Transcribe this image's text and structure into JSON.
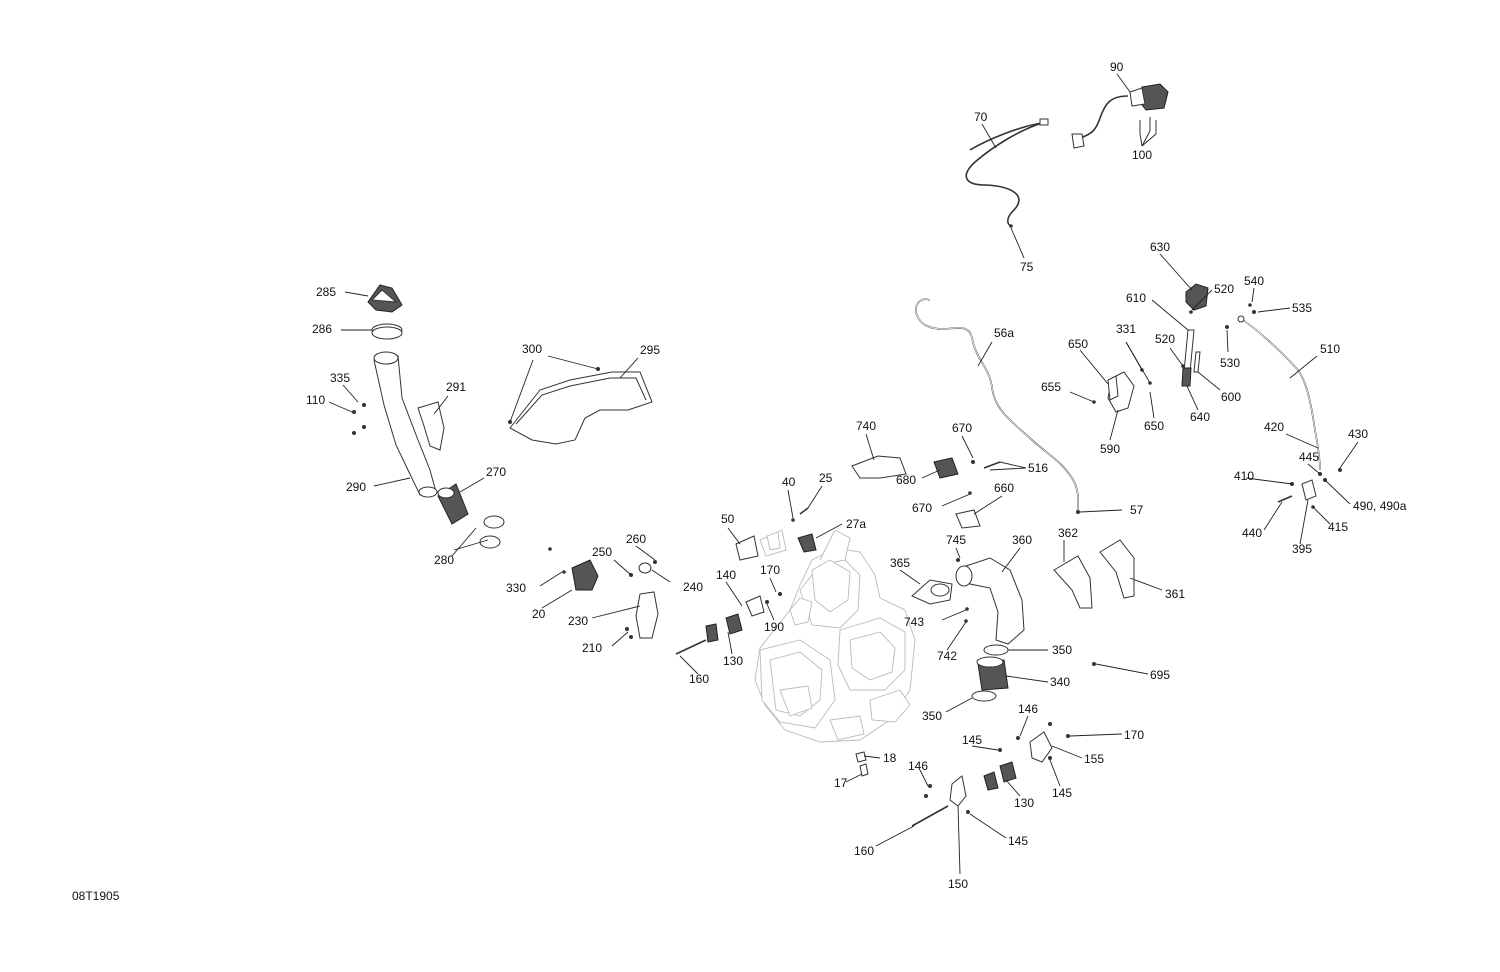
{
  "diagram": {
    "reference_code": "08T1905",
    "callouts": [
      {
        "id": "c-90",
        "label": "90"
      },
      {
        "id": "c-70",
        "label": "70"
      },
      {
        "id": "c-100",
        "label": "100"
      },
      {
        "id": "c-75",
        "label": "75"
      },
      {
        "id": "c-630",
        "label": "630"
      },
      {
        "id": "c-520a",
        "label": "520"
      },
      {
        "id": "c-540",
        "label": "540"
      },
      {
        "id": "c-610",
        "label": "610"
      },
      {
        "id": "c-535",
        "label": "535"
      },
      {
        "id": "c-285",
        "label": "285"
      },
      {
        "id": "c-331",
        "label": "331"
      },
      {
        "id": "c-520b",
        "label": "520"
      },
      {
        "id": "c-530",
        "label": "530"
      },
      {
        "id": "c-510",
        "label": "510"
      },
      {
        "id": "c-56a",
        "label": "56a"
      },
      {
        "id": "c-650a",
        "label": "650"
      },
      {
        "id": "c-286",
        "label": "286"
      },
      {
        "id": "c-300",
        "label": "300"
      },
      {
        "id": "c-295",
        "label": "295"
      },
      {
        "id": "c-600",
        "label": "600"
      },
      {
        "id": "c-335",
        "label": "335"
      },
      {
        "id": "c-655",
        "label": "655"
      },
      {
        "id": "c-291",
        "label": "291"
      },
      {
        "id": "c-110",
        "label": "110"
      },
      {
        "id": "c-640",
        "label": "640"
      },
      {
        "id": "c-650b",
        "label": "650"
      },
      {
        "id": "c-740",
        "label": "740"
      },
      {
        "id": "c-670a",
        "label": "670"
      },
      {
        "id": "c-420",
        "label": "420"
      },
      {
        "id": "c-430",
        "label": "430"
      },
      {
        "id": "c-590",
        "label": "590"
      },
      {
        "id": "c-445",
        "label": "445"
      },
      {
        "id": "c-516",
        "label": "516"
      },
      {
        "id": "c-270",
        "label": "270"
      },
      {
        "id": "c-680",
        "label": "680"
      },
      {
        "id": "c-410",
        "label": "410"
      },
      {
        "id": "c-290",
        "label": "290"
      },
      {
        "id": "c-40",
        "label": "40"
      },
      {
        "id": "c-25",
        "label": "25"
      },
      {
        "id": "c-660",
        "label": "660"
      },
      {
        "id": "c-490",
        "label": "490, 490a"
      },
      {
        "id": "c-670b",
        "label": "670"
      },
      {
        "id": "c-57",
        "label": "57"
      },
      {
        "id": "c-50",
        "label": "50"
      },
      {
        "id": "c-27a",
        "label": "27a"
      },
      {
        "id": "c-415",
        "label": "415"
      },
      {
        "id": "c-362",
        "label": "362"
      },
      {
        "id": "c-440",
        "label": "440"
      },
      {
        "id": "c-260",
        "label": "260"
      },
      {
        "id": "c-745",
        "label": "745"
      },
      {
        "id": "c-360",
        "label": "360"
      },
      {
        "id": "c-395",
        "label": "395"
      },
      {
        "id": "c-250",
        "label": "250"
      },
      {
        "id": "c-280",
        "label": "280"
      },
      {
        "id": "c-365",
        "label": "365"
      },
      {
        "id": "c-140",
        "label": "140"
      },
      {
        "id": "c-170a",
        "label": "170"
      },
      {
        "id": "c-330",
        "label": "330"
      },
      {
        "id": "c-240",
        "label": "240"
      },
      {
        "id": "c-361",
        "label": "361"
      },
      {
        "id": "c-20",
        "label": "20"
      },
      {
        "id": "c-230",
        "label": "230"
      },
      {
        "id": "c-190",
        "label": "190"
      },
      {
        "id": "c-743",
        "label": "743"
      },
      {
        "id": "c-210",
        "label": "210"
      },
      {
        "id": "c-742",
        "label": "742"
      },
      {
        "id": "c-350a",
        "label": "350"
      },
      {
        "id": "c-130a",
        "label": "130"
      },
      {
        "id": "c-160a",
        "label": "160"
      },
      {
        "id": "c-695",
        "label": "695"
      },
      {
        "id": "c-340",
        "label": "340"
      },
      {
        "id": "c-350b",
        "label": "350"
      },
      {
        "id": "c-146a",
        "label": "146"
      },
      {
        "id": "c-170b",
        "label": "170"
      },
      {
        "id": "c-145a",
        "label": "145"
      },
      {
        "id": "c-18",
        "label": "18"
      },
      {
        "id": "c-155",
        "label": "155"
      },
      {
        "id": "c-146b",
        "label": "146"
      },
      {
        "id": "c-17",
        "label": "17"
      },
      {
        "id": "c-145b",
        "label": "145"
      },
      {
        "id": "c-130b",
        "label": "130"
      },
      {
        "id": "c-145c",
        "label": "145"
      },
      {
        "id": "c-160b",
        "label": "160"
      },
      {
        "id": "c-150",
        "label": "150"
      }
    ]
  }
}
